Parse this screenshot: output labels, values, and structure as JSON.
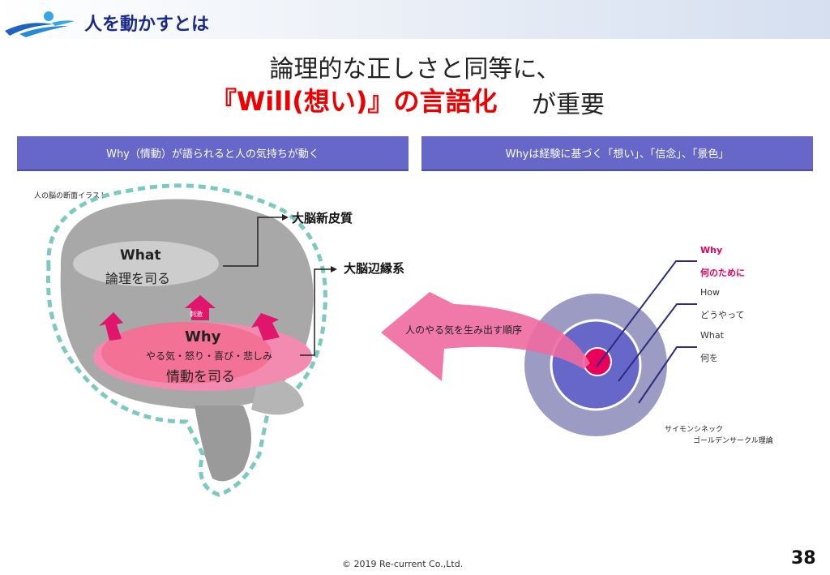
{
  "header": {
    "title": "人を動かすとは",
    "logo": "company-logo"
  },
  "headline": {
    "line1": "論理的な正しさと同等に、",
    "line2_red": "『Will(想い)』の言語化",
    "line2_rest": "が重要"
  },
  "left_band": "Why（情動）が語られると人の気持ちが動く",
  "right_band": "Whyは経験に基づく「想い」、「信念」、「景色」",
  "brain": {
    "caption": "人の脳の断面イラスト",
    "what": "What",
    "what_sub": "論理を司る",
    "why": "Why",
    "why_emotions": "やる気・怒り・喜び・悲しみ",
    "why_sub": "情動を司る",
    "stimulus": "刺激",
    "cortex": "大脳新皮質",
    "limbic": "大脳辺縁系"
  },
  "arrow_text": "人のやる気を生み出す順序",
  "circle": {
    "labels": [
      {
        "en": "Why",
        "jp": "何のために"
      },
      {
        "en": "How",
        "jp": "どうやって"
      },
      {
        "en": "What",
        "jp": "何を"
      }
    ],
    "credit1": "サイモンシネック",
    "credit2": "ゴールデンサークル理論"
  },
  "footer": {
    "copyright": "© 2019 Re-current Co.,Ltd.",
    "page": "38"
  },
  "colors": {
    "band": "#6767c9",
    "accent": "#e8005a",
    "title": "#1a2a8c"
  }
}
